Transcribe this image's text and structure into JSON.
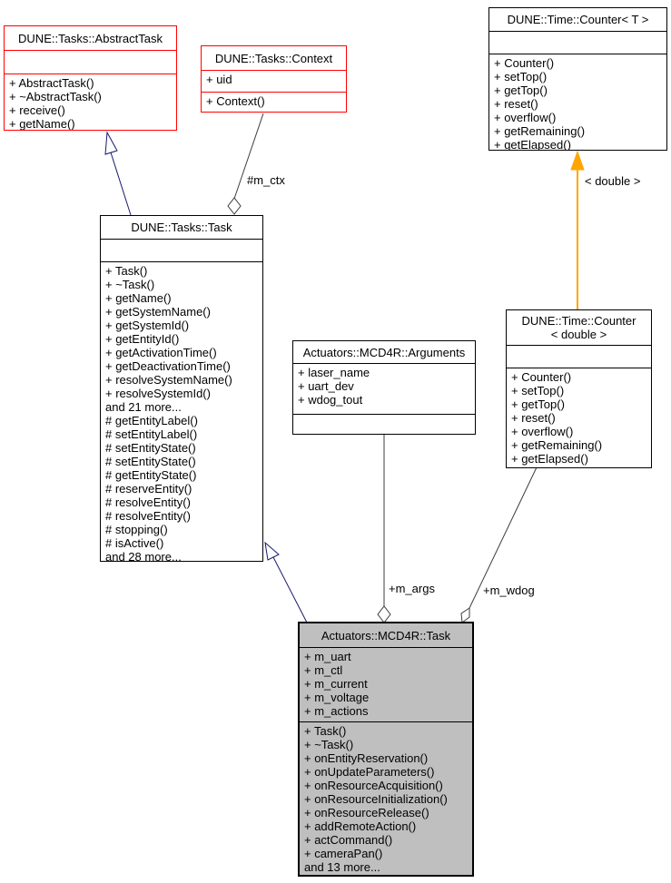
{
  "diagram": {
    "classes": [
      {
        "title": "DUNE::Tasks::AbstractTask",
        "attributes": [],
        "methods": [
          "+ AbstractTask()",
          "+ ~AbstractTask()",
          "+ receive()",
          "+ getName()"
        ]
      },
      {
        "title": "DUNE::Tasks::Context",
        "attributes": [
          "+ uid"
        ],
        "methods": [
          "+ Context()"
        ]
      },
      {
        "title": "DUNE::Time::Counter< T >",
        "attributes": [],
        "methods": [
          "+ Counter()",
          "+ setTop()",
          "+ getTop()",
          "+ reset()",
          "+ overflow()",
          "+ getRemaining()",
          "+ getElapsed()"
        ]
      },
      {
        "title": "DUNE::Tasks::Task",
        "attributes": [],
        "methods": [
          "+ Task()",
          "+ ~Task()",
          "+ getName()",
          "+ getSystemName()",
          "+ getSystemId()",
          "+ getEntityId()",
          "+ getActivationTime()",
          "+ getDeactivationTime()",
          "+ resolveSystemName()",
          "+ resolveSystemId()",
          "and 21 more...",
          "# getEntityLabel()",
          "# setEntityLabel()",
          "# setEntityState()",
          "# setEntityState()",
          "# getEntityState()",
          "# reserveEntity()",
          "# resolveEntity()",
          "# resolveEntity()",
          "# stopping()",
          "# isActive()",
          "and 28 more..."
        ]
      },
      {
        "title": "Actuators::MCD4R::Arguments",
        "attributes": [
          "+ laser_name",
          "+ uart_dev",
          "+ wdog_tout"
        ],
        "methods": []
      },
      {
        "title": "DUNE::Time::Counter\n< double >",
        "attributes": [],
        "methods": [
          "+ Counter()",
          "+ setTop()",
          "+ getTop()",
          "+ reset()",
          "+ overflow()",
          "+ getRemaining()",
          "+ getElapsed()"
        ]
      },
      {
        "title": "Actuators::MCD4R::Task",
        "attributes": [
          "+ m_uart",
          "+ m_ctl",
          "+ m_current",
          "+ m_voltage",
          "+ m_actions"
        ],
        "methods": [
          "+ Task()",
          "+ ~Task()",
          "+ onEntityReservation()",
          "+ onUpdateParameters()",
          "+ onResourceAcquisition()",
          "+ onResourceInitialization()",
          "+ onResourceRelease()",
          "+ addRemoteAction()",
          "+ actCommand()",
          "+ cameraPan()",
          "and 13 more..."
        ]
      }
    ],
    "edge_labels": {
      "m_ctx": "#m_ctx",
      "template_double": "< double >",
      "m_args": "+m_args",
      "m_wdog": "+m_wdog"
    },
    "colors": {
      "truncated_border": "#ff0000",
      "node_border": "#000000",
      "node_fill": "#ffffff",
      "current_node_fill": "#bfbfbf",
      "inheritance_edge": "#191970",
      "template_edge": "#ffa500",
      "aggregation_edge": "#3d3d3d"
    }
  }
}
